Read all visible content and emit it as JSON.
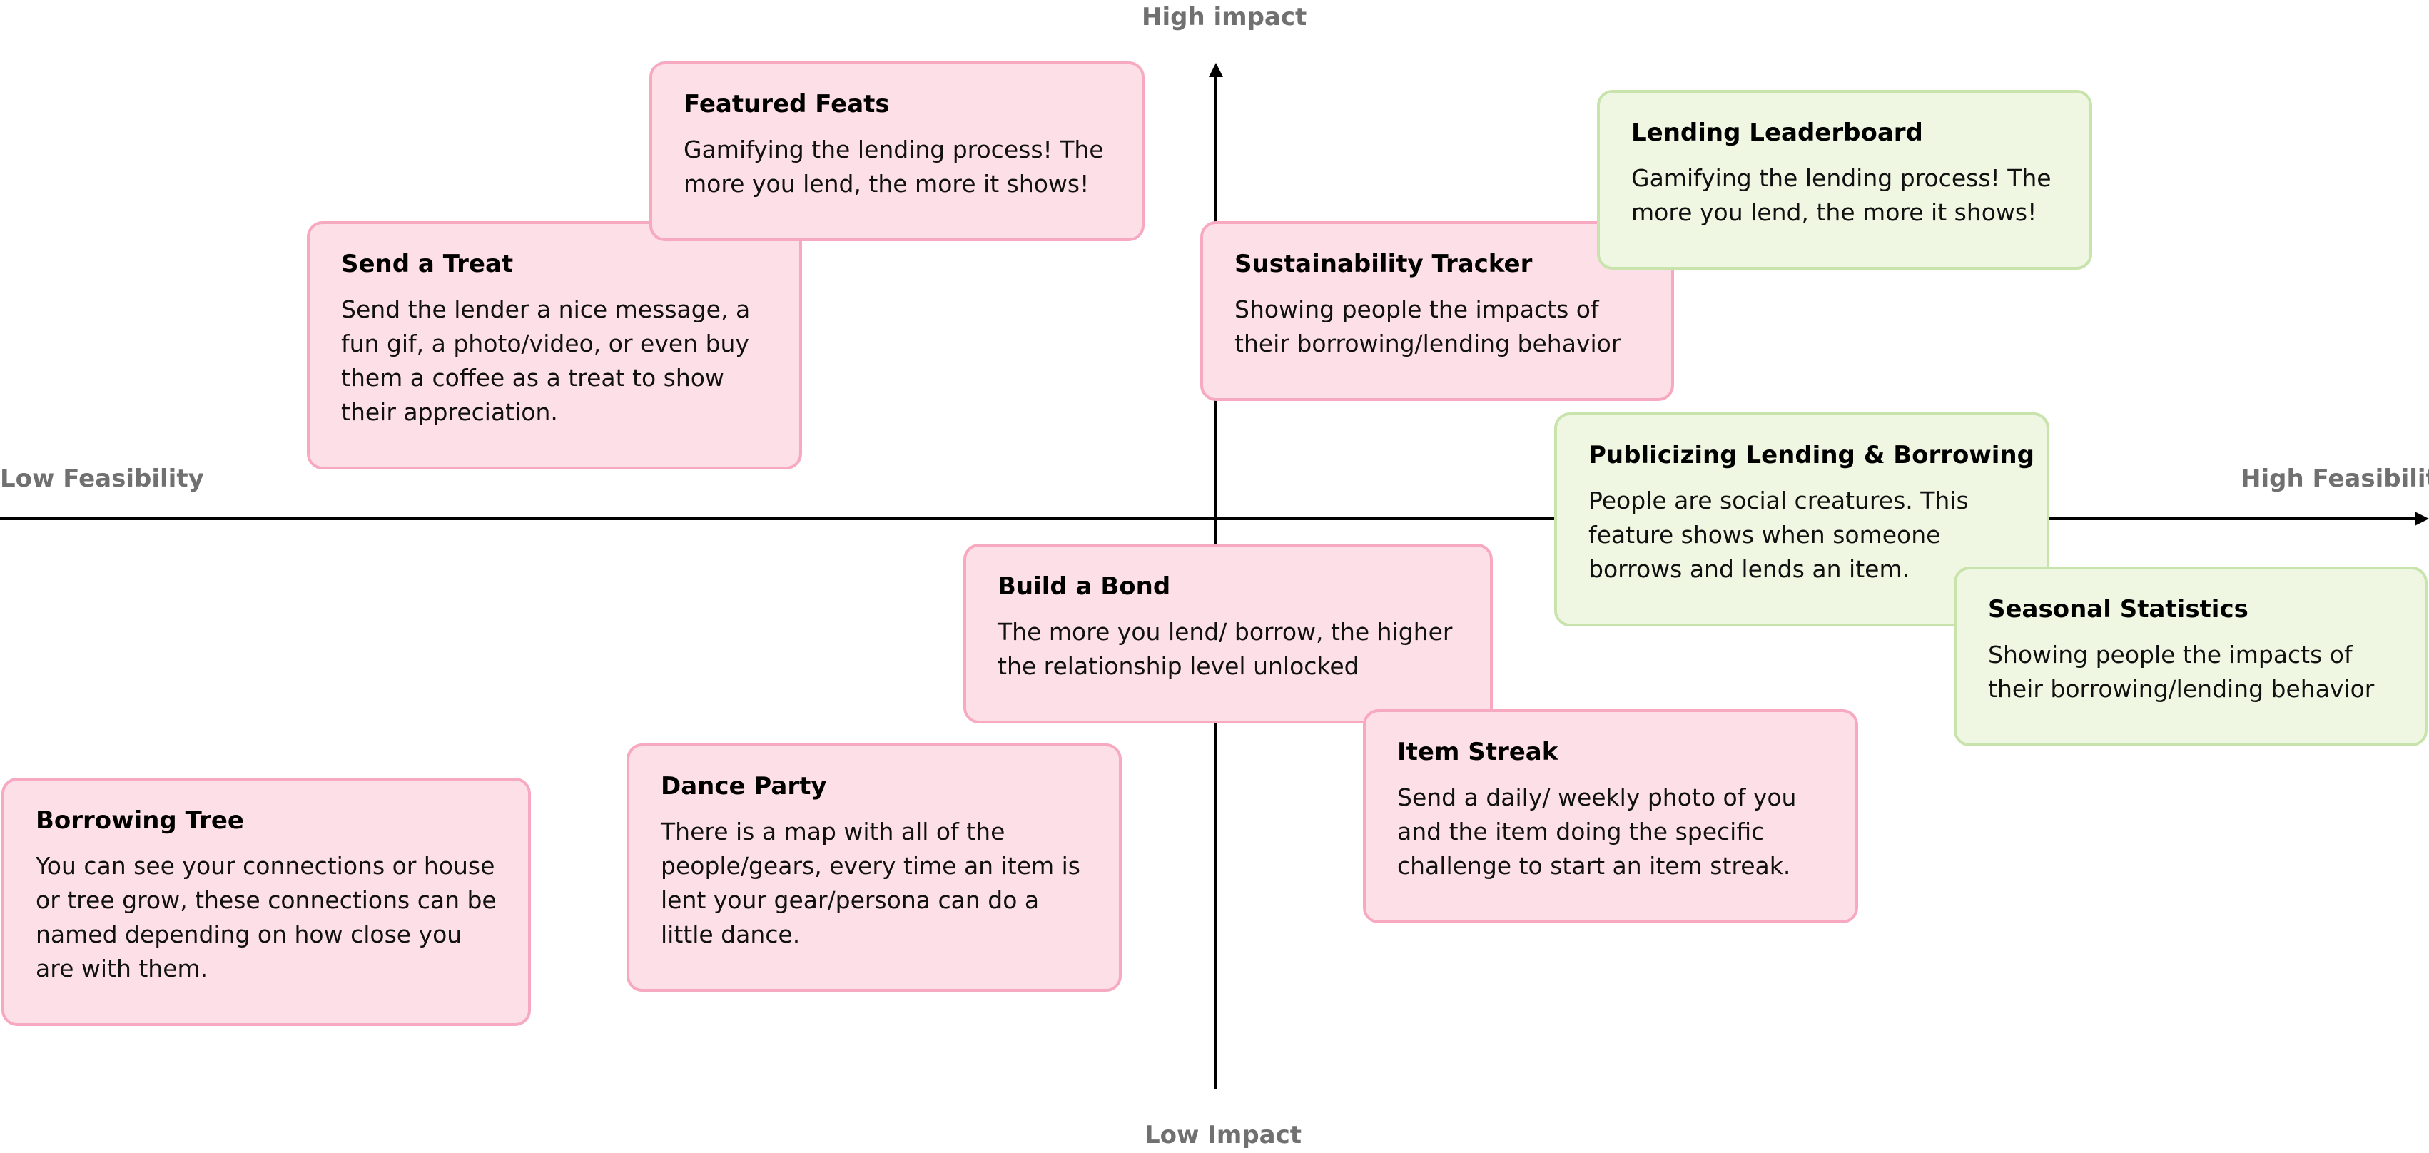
{
  "axes": {
    "top_label": "High impact",
    "bottom_label": "Low Impact",
    "left_label": "Low Feasibility",
    "right_label": "High Feasibility"
  },
  "colors": {
    "pink_fill": "#fde0e7",
    "pink_border": "#f6a9c0",
    "green_fill": "#eff7e2",
    "green_border": "#c9e3ad",
    "axis_line": "#000000",
    "axis_text": "#707070"
  },
  "cards": {
    "featured_feats": {
      "title": "Featured Feats",
      "desc": "Gamifying the lending process! The more you lend, the more it shows!"
    },
    "send_a_treat": {
      "title": "Send a Treat",
      "desc": "Send the lender a nice message, a fun gif, a photo/video, or even buy them a coffee as a treat to show their appreciation."
    },
    "lending_leaderboard": {
      "title": "Lending Leaderboard",
      "desc": "Gamifying the lending process! The more you lend, the more it shows!"
    },
    "sustainability_tracker": {
      "title": "Sustainability Tracker",
      "desc": "Showing people the impacts of their borrowing/lending behavior"
    },
    "publicizing": {
      "title": "Publicizing Lending & Borrowing",
      "desc": "People are social creatures. This feature shows when someone borrows and lends an item."
    },
    "seasonal_statistics": {
      "title": "Seasonal Statistics",
      "desc": "Showing people the impacts of their borrowing/lending behavior"
    },
    "build_a_bond": {
      "title": "Build a Bond",
      "desc": "The more you lend/ borrow, the higher the relationship level unlocked"
    },
    "item_streak": {
      "title": "Item Streak",
      "desc": "Send a daily/ weekly photo of you and the item doing the specific challenge to start an item streak."
    },
    "dance_party": {
      "title": "Dance Party",
      "desc": "There is a map with all of the people/gears, every time an item is lent your gear/persona can do a little dance."
    },
    "borrowing_tree": {
      "title": "Borrowing Tree",
      "desc": "You can see your connections or house or tree grow, these connections can be named depending on how close you are with them."
    }
  }
}
